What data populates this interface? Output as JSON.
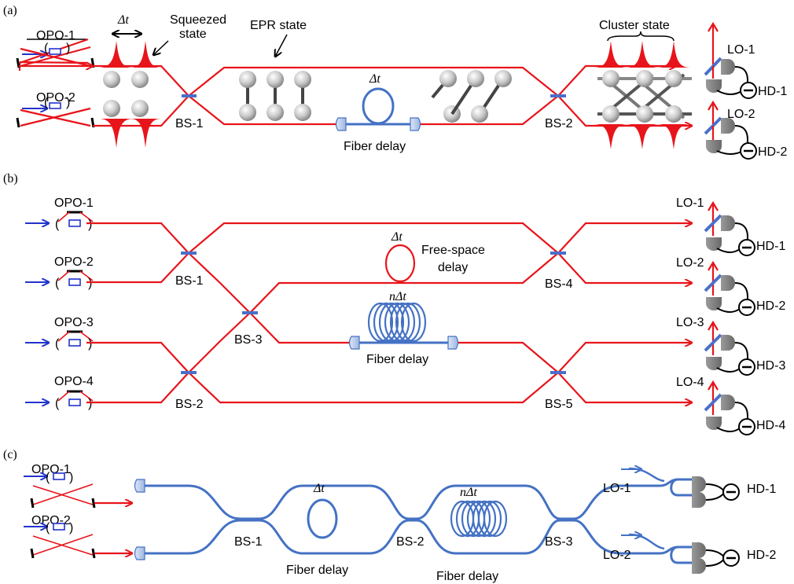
{
  "panels": {
    "a": {
      "tag": "(a)",
      "opo": [
        "OPO-1",
        "OPO-2"
      ],
      "bs": [
        "BS-1",
        "BS-2"
      ],
      "lo": [
        "LO-1",
        "LO-2"
      ],
      "hd": [
        "HD-1",
        "HD-2"
      ],
      "squeezed": "Squeezed\nstate",
      "squeezed_l1": "Squeezed",
      "squeezed_l2": "state",
      "epr": "EPR state",
      "cluster": "Cluster state",
      "fiber_delay": "Fiber delay",
      "delta_t": "Δt"
    },
    "b": {
      "tag": "(b)",
      "opo": [
        "OPO-1",
        "OPO-2",
        "OPO-3",
        "OPO-4"
      ],
      "bs": [
        "BS-1",
        "BS-2",
        "BS-3",
        "BS-4",
        "BS-5"
      ],
      "lo": [
        "LO-1",
        "LO-2",
        "LO-3",
        "LO-4"
      ],
      "hd": [
        "HD-1",
        "HD-2",
        "HD-3",
        "HD-4"
      ],
      "free_space_l1": "Free-space",
      "free_space_l2": "delay",
      "fiber_delay": "Fiber delay",
      "delta_t": "Δt",
      "n_delta_t": "nΔt"
    },
    "c": {
      "tag": "(c)",
      "opo": [
        "OPO-1",
        "OPO-2"
      ],
      "bs": [
        "BS-1",
        "BS-2",
        "BS-3"
      ],
      "lo": [
        "LO-1",
        "LO-2"
      ],
      "hd": [
        "HD-1",
        "HD-2"
      ],
      "fiber_delay_1": "Fiber delay",
      "fiber_delay_2": "Fiber delay",
      "delta_t": "Δt",
      "n_delta_t": "nΔt"
    }
  },
  "colors": {
    "beam": "#e8141b",
    "fiber": "#4472c4",
    "detector": "#7f7f7f"
  }
}
